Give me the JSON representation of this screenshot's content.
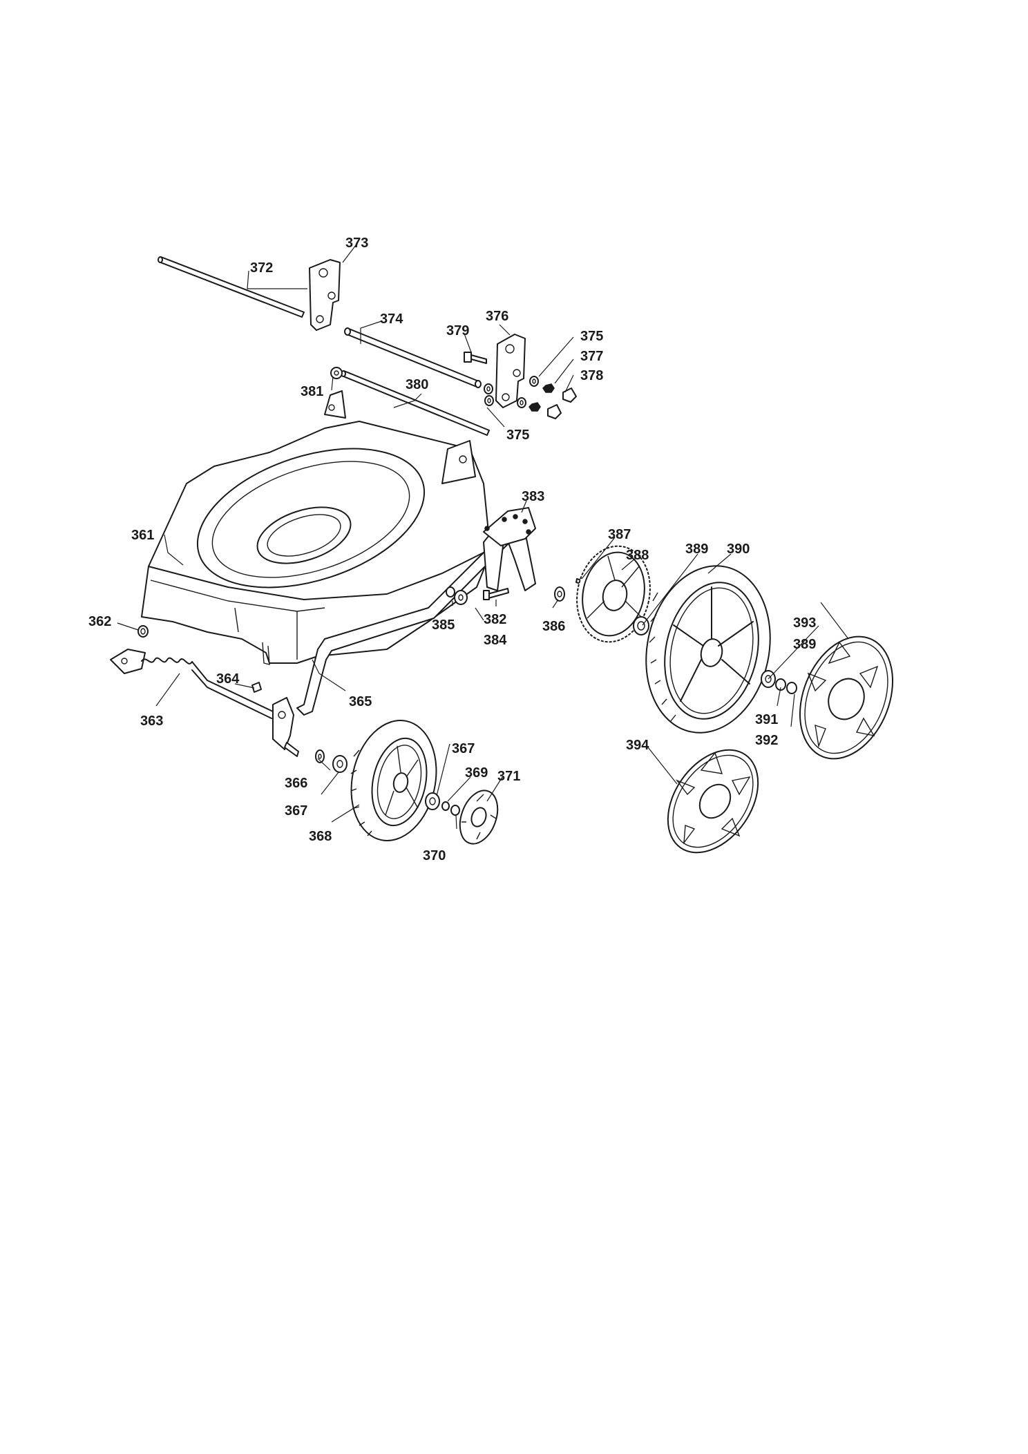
{
  "diagram": {
    "callouts": [
      {
        "id": "c361",
        "text": "361"
      },
      {
        "id": "c362",
        "text": "362"
      },
      {
        "id": "c363",
        "text": "363"
      },
      {
        "id": "c364",
        "text": "364"
      },
      {
        "id": "c365",
        "text": "365"
      },
      {
        "id": "c366",
        "text": "366"
      },
      {
        "id": "c367a",
        "text": "367"
      },
      {
        "id": "c367b",
        "text": "367"
      },
      {
        "id": "c368",
        "text": "368"
      },
      {
        "id": "c369",
        "text": "369"
      },
      {
        "id": "c370",
        "text": "370"
      },
      {
        "id": "c371",
        "text": "371"
      },
      {
        "id": "c372",
        "text": "372"
      },
      {
        "id": "c373",
        "text": "373"
      },
      {
        "id": "c374",
        "text": "374"
      },
      {
        "id": "c375a",
        "text": "375"
      },
      {
        "id": "c375b",
        "text": "375"
      },
      {
        "id": "c376",
        "text": "376"
      },
      {
        "id": "c377",
        "text": "377"
      },
      {
        "id": "c378",
        "text": "378"
      },
      {
        "id": "c379",
        "text": "379"
      },
      {
        "id": "c380",
        "text": "380"
      },
      {
        "id": "c381",
        "text": "381"
      },
      {
        "id": "c382",
        "text": "382"
      },
      {
        "id": "c383",
        "text": "383"
      },
      {
        "id": "c384",
        "text": "384"
      },
      {
        "id": "c385",
        "text": "385"
      },
      {
        "id": "c386",
        "text": "386"
      },
      {
        "id": "c387",
        "text": "387"
      },
      {
        "id": "c388",
        "text": "388"
      },
      {
        "id": "c389a",
        "text": "389"
      },
      {
        "id": "c389b",
        "text": "389"
      },
      {
        "id": "c390",
        "text": "390"
      },
      {
        "id": "c391",
        "text": "391"
      },
      {
        "id": "c392",
        "text": "392"
      },
      {
        "id": "c393",
        "text": "393"
      },
      {
        "id": "c394",
        "text": "394"
      }
    ]
  }
}
